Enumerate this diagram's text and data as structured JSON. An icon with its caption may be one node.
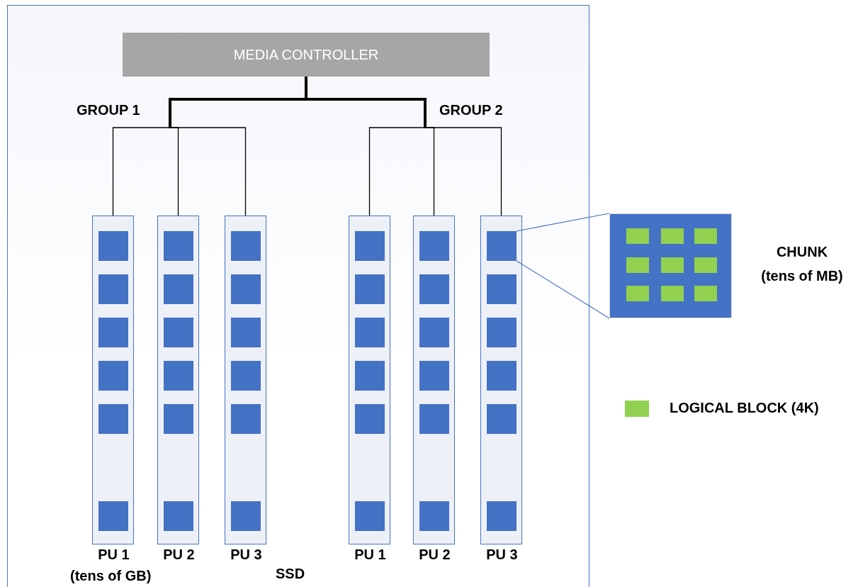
{
  "diagram": {
    "nodes": [
      {
        "text": [
          "SSD"
        ]
      },
      {
        "text": [
          "MEDIA CONTROLLER"
        ],
        "in": 0
      },
      {
        "text": [
          "PU 1"
        ],
        "beside": [
          "(tens of GB)"
        ],
        "in": 0
      },
      {
        "text": [],
        "shape": "box",
        "in": 2
      },
      {
        "text": [],
        "shape": "box",
        "in": 2
      },
      {
        "text": [],
        "shape": "box",
        "in": 2
      },
      {
        "text": [],
        "shape": "box",
        "in": 2
      },
      {
        "text": [],
        "shape": "box",
        "in": 2
      },
      {
        "text": [],
        "shape": "box",
        "in": 2
      },
      {
        "text": [
          "PU 2"
        ],
        "in": 0
      },
      {
        "text": [],
        "shape": "box",
        "in": 9
      },
      {
        "text": [],
        "shape": "box",
        "in": 9
      },
      {
        "text": [],
        "shape": "box",
        "in": 9
      },
      {
        "text": [],
        "shape": "box",
        "in": 9
      },
      {
        "text": [],
        "shape": "box",
        "in": 9
      },
      {
        "text": [],
        "shape": "box",
        "in": 9
      },
      {
        "text": [
          "PU 3"
        ],
        "in": 0
      },
      {
        "text": [],
        "shape": "box",
        "in": 16
      },
      {
        "text": [],
        "shape": "box",
        "in": 16
      },
      {
        "text": [],
        "shape": "box",
        "in": 16
      },
      {
        "text": [],
        "shape": "box",
        "in": 16
      },
      {
        "text": [],
        "shape": "box",
        "in": 16
      },
      {
        "text": [],
        "shape": "box",
        "in": 16
      },
      {
        "text": [
          "PU 1"
        ],
        "in": 0
      },
      {
        "text": [],
        "shape": "box",
        "in": 23
      },
      {
        "text": [],
        "shape": "box",
        "in": 23
      },
      {
        "text": [],
        "shape": "box",
        "in": 23
      },
      {
        "text": [],
        "shape": "box",
        "in": 23
      },
      {
        "text": [],
        "shape": "box",
        "in": 23
      },
      {
        "text": [],
        "shape": "box",
        "in": 23
      },
      {
        "text": [
          "PU 2"
        ],
        "in": 0
      },
      {
        "text": [],
        "shape": "box",
        "in": 30
      },
      {
        "text": [],
        "shape": "box",
        "in": 30
      },
      {
        "text": [],
        "shape": "box",
        "in": 30
      },
      {
        "text": [],
        "shape": "box",
        "in": 30
      },
      {
        "text": [],
        "shape": "box",
        "in": 30
      },
      {
        "text": [],
        "shape": "box",
        "in": 30
      },
      {
        "text": [
          "PU 3"
        ],
        "in": 0
      },
      {
        "text": [],
        "shape": "box",
        "in": 37
      },
      {
        "text": [],
        "shape": "box",
        "in": 37
      },
      {
        "text": [],
        "shape": "box",
        "in": 37
      },
      {
        "text": [],
        "shape": "box",
        "in": 37
      },
      {
        "text": [],
        "shape": "box",
        "in": 37
      },
      {
        "text": [],
        "shape": "box",
        "in": 37
      },
      {
        "text": [],
        "shape": "box",
        "beside": [
          "CHUNK (tens of MB)"
        ]
      },
      {
        "text": [],
        "shape": "box",
        "in": 44
      },
      {
        "text": [],
        "shape": "box",
        "in": 44
      },
      {
        "text": [],
        "shape": "box",
        "in": 44
      },
      {
        "text": [],
        "shape": "box",
        "in": 44
      },
      {
        "text": [],
        "shape": "box",
        "in": 44
      },
      {
        "text": [],
        "shape": "box",
        "in": 44
      },
      {
        "text": [],
        "shape": "box",
        "in": 44
      },
      {
        "text": [],
        "shape": "box",
        "in": 44
      },
      {
        "text": [],
        "shape": "box",
        "in": 44
      }
    ],
    "edges": [
      {
        "from": 1,
        "to": 2,
        "arrow": "none"
      },
      {
        "from": 1,
        "to": 9,
        "arrow": "none"
      },
      {
        "from": 1,
        "to": 16,
        "arrow": "none"
      },
      {
        "from": 1,
        "to": 23,
        "arrow": "none"
      },
      {
        "from": 1,
        "to": 30,
        "arrow": "none"
      },
      {
        "from": 1,
        "to": 37,
        "arrow": "none"
      },
      {
        "from": 38,
        "to": 44,
        "arrow": "none",
        "color": "#4472c4"
      },
      {
        "from": 38,
        "to": 44,
        "arrow": "none",
        "color": "#4472c4"
      }
    ],
    "labels": [
      "GROUP 1",
      "GROUP 2"
    ],
    "legend": [
      {
        "text": "LOGICAL BLOCK (4K)",
        "color": "#92d050"
      }
    ]
  }
}
